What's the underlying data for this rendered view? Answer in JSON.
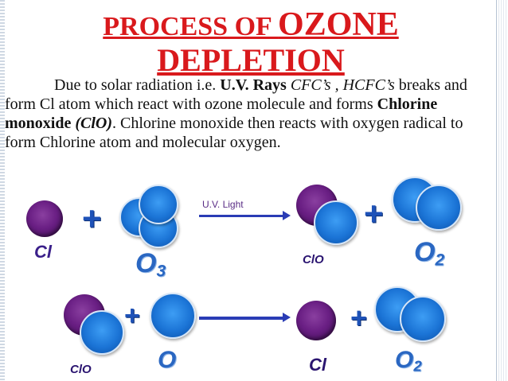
{
  "title": {
    "line1_prefix": "PROCESS OF ",
    "line1_big": "OZONE",
    "line2": "DEPLETION"
  },
  "paragraph": {
    "t1": "Due to solar radiation i.e. ",
    "b1": "U.V. Rays",
    "i1": " CFC’s , HCFC’s",
    "t2": " breaks and form Cl atom which react with ozone molecule and forms ",
    "b2": "Chlorine monoxide",
    "bi1": " (ClO)",
    "t3": ". Chlorine monoxide then reacts with oxygen radical to form Chlorine atom and molecular oxygen."
  },
  "reaction1": {
    "reactant1": "Cl",
    "plus1": "+",
    "reactant2": "O",
    "reactant2_sub": "3",
    "arrow_label": "U.V. Light",
    "product1": "ClO",
    "plus2": "+",
    "product2": "O",
    "product2_sub": "2"
  },
  "reaction2": {
    "reactant1": "ClO",
    "plus1": "+",
    "reactant2": "O",
    "product1": "Cl",
    "plus2": "+",
    "product2": "O",
    "product2_sub": "2"
  },
  "colors": {
    "title": "#d9191c",
    "chlorine_atom": "#6a1f84",
    "oxygen_atom": "#1b74d6",
    "plus_sign": "#1e52b8",
    "arrow": "#2a3cb5"
  }
}
